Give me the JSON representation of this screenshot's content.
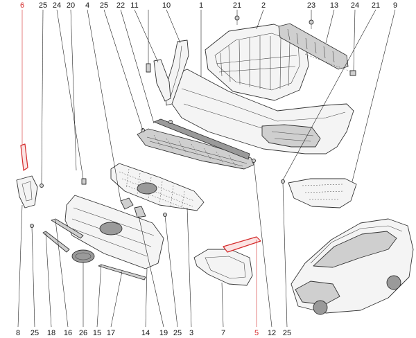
{
  "diagram": {
    "highlight_color": "#d42a2a",
    "top_callouts": [
      "6",
      "25",
      "24",
      "20",
      "4",
      "25",
      "22",
      "11",
      "10",
      "1",
      "21",
      "2",
      "23",
      "13",
      "24",
      "21",
      "9"
    ],
    "bottom_callouts": [
      "8",
      "25",
      "18",
      "16",
      "26",
      "15",
      "17",
      "14",
      "19",
      "25",
      "3",
      "7",
      "5",
      "12",
      "25"
    ],
    "highlighted_callouts": [
      "6",
      "5"
    ]
  }
}
